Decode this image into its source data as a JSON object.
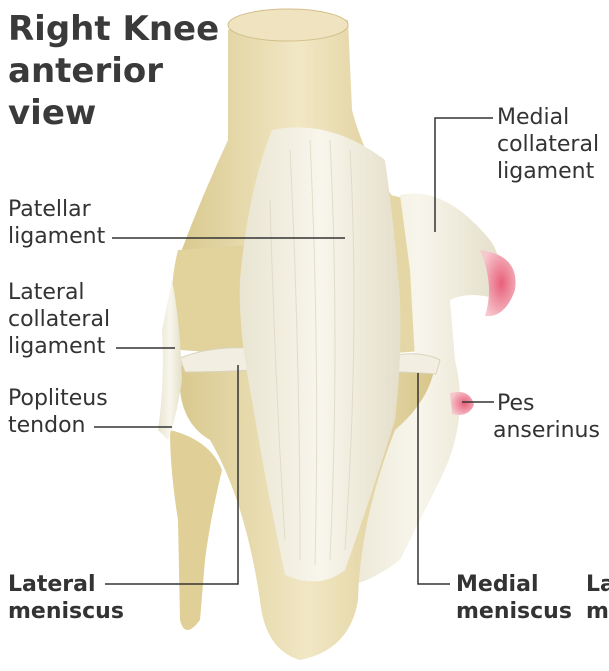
{
  "title": {
    "line1": "Right Knee",
    "line2": "anterior",
    "line3": "view"
  },
  "labels": {
    "patellar_ligament": [
      "Patellar",
      "ligament"
    ],
    "lateral_collateral_ligament": [
      "Lateral",
      "collateral",
      "ligament"
    ],
    "popliteus_tendon": [
      "Popliteus",
      "tendon"
    ],
    "medial_collateral_ligament": [
      "Medial",
      "collateral",
      "ligament"
    ],
    "pes_anserinus": [
      "Pes",
      "anserinus"
    ],
    "lateral_meniscus": [
      "Lateral",
      "meniscus"
    ],
    "medial_meniscus": [
      "Medial",
      "meniscus"
    ],
    "cut_label": [
      "La",
      "m"
    ]
  },
  "colors": {
    "bone": "#eadfb6",
    "ligament": "#f4f1e4",
    "tendon_pink": "#e8607a",
    "leader_line": "#333333"
  }
}
